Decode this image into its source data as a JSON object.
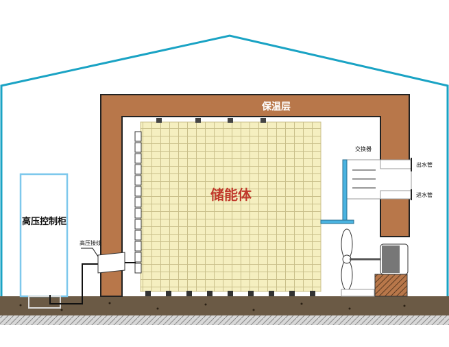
{
  "labels": {
    "insulation": "保温层",
    "storage": "储能体",
    "cabinet": "高压控制柜",
    "hv_wiring": "高压接线",
    "exchanger": "交换器",
    "outlet_pipe": "出水管",
    "inlet_pipe": "进水管"
  },
  "colors": {
    "roof": "#1aa3c4",
    "insulation": "#b8774a",
    "brick": "#f5efc0",
    "ground": "#6b5a45",
    "cabinet": "#7ec8ec",
    "storage_text": "#c0392b"
  }
}
